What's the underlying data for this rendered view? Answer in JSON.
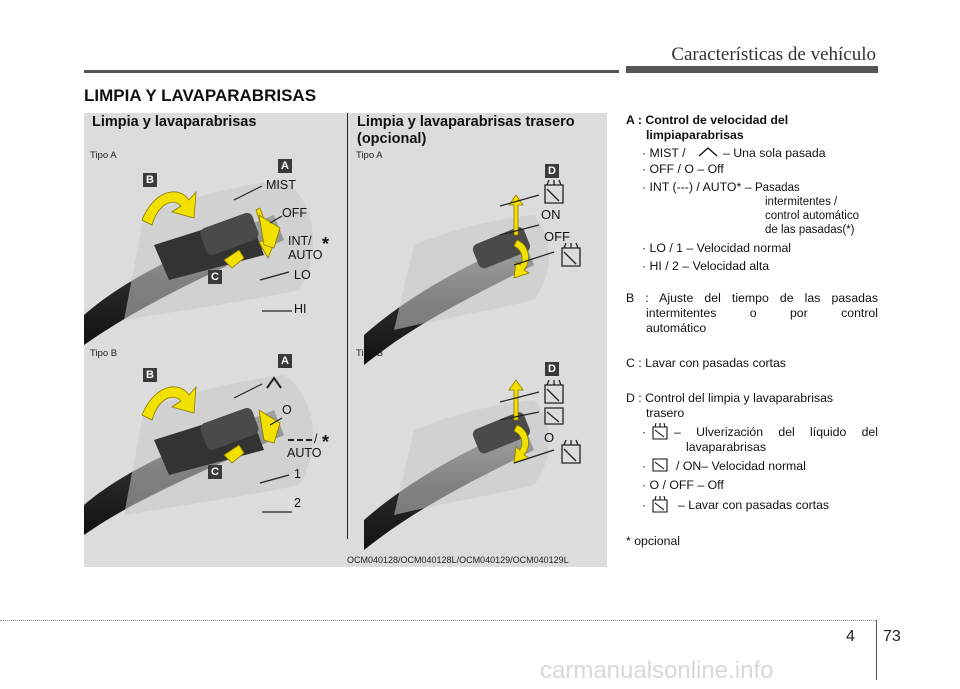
{
  "header": {
    "title": "Características de vehículo"
  },
  "section_title": "LIMPIA Y LAVAPARABRISAS",
  "left_panel": {
    "title": "Limpia y lavaparabrisas",
    "tipo_a": "Tipo A",
    "tipo_b": "Tipo B",
    "labels_a": [
      "MIST",
      "OFF",
      "INT/",
      "AUTO",
      "LO",
      "HI"
    ],
    "labels_b": [
      "O",
      "/",
      "AUTO",
      "1",
      "2"
    ],
    "markers": [
      "A",
      "B",
      "C"
    ],
    "asterisk": "*"
  },
  "right_panel": {
    "title_line1": "Limpia y lavaparabrisas trasero",
    "title_line2": "(opcional)",
    "tipo_a": "Tipo A",
    "tipo_b": "Tipo B",
    "labels_a": [
      "ON",
      "OFF"
    ],
    "labels_b": [
      "O"
    ],
    "marker": "D"
  },
  "caption": "OCM040128/OCM040128L/OCM040129/OCM040129L",
  "spec": {
    "a_title_1": "A : Control de velocidad del",
    "a_title_2": "limpiaparabrisas",
    "a_items": [
      "MIST /",
      "– Una sola pasada",
      "OFF / O – Off",
      "INT (---) / AUTO* –",
      "Pasadas",
      "intermitentes /",
      "control automático",
      "de las pasadas(*)",
      "LO / 1 – Velocidad normal",
      "HI / 2 – Velocidad alta"
    ],
    "b_title_1": "B : Ajuste del tiempo de las pasadas",
    "b_title_2": "intermitentes o por control",
    "b_title_3": "automático",
    "c_title": "C : Lavar con pasadas cortas",
    "d_title_1": "D : Control del limpia y lavaparabrisas",
    "d_title_2": "trasero",
    "d_items": [
      "– Ulverización del líquido del",
      "lavaparabrisas",
      "/ ON– Velocidad normal",
      "O / OFF – Off",
      "– Lavar con pasadas cortas"
    ],
    "note": "* opcional"
  },
  "page": {
    "chapter": "4",
    "number": "73"
  },
  "watermark": "carmanualsonline.info",
  "colors": {
    "marker": "#3a3a3a",
    "arrow": "#f2e000",
    "panel": "#dcdcdc"
  }
}
